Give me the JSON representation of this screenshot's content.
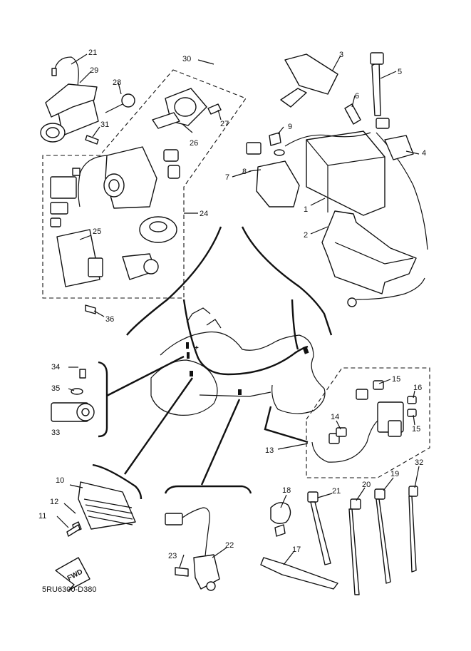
{
  "diagram": {
    "code": "5RU6300-D380",
    "fwd_label": "FWD",
    "callouts": {
      "p1": "1",
      "p2": "2",
      "p3": "3",
      "p4": "4",
      "p5": "5",
      "p6": "6",
      "p7": "7",
      "p8": "8",
      "p9": "9",
      "p10": "10",
      "p11": "11",
      "p12": "12",
      "p13": "13",
      "p14": "14",
      "p15a": "15",
      "p15b": "15",
      "p16": "16",
      "p17": "17",
      "p18": "18",
      "p19": "19",
      "p20": "20",
      "p21a": "21",
      "p21b": "21",
      "p22": "22",
      "p23": "23",
      "p24": "24",
      "p25": "25",
      "p26": "26",
      "p27": "27",
      "p28": "28",
      "p29": "29",
      "p30": "30",
      "p31": "31",
      "p32": "32",
      "p33": "33",
      "p34": "34",
      "p35": "35",
      "p36": "36"
    }
  }
}
